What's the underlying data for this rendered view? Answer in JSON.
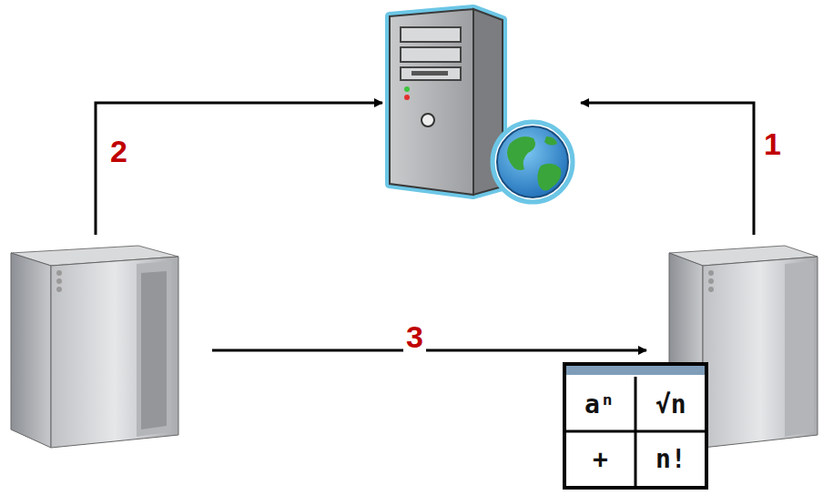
{
  "diagram": {
    "labels": [
      "1",
      "2",
      "3",
      "aⁿ",
      "√n",
      "+",
      "n!"
    ]
  }
}
